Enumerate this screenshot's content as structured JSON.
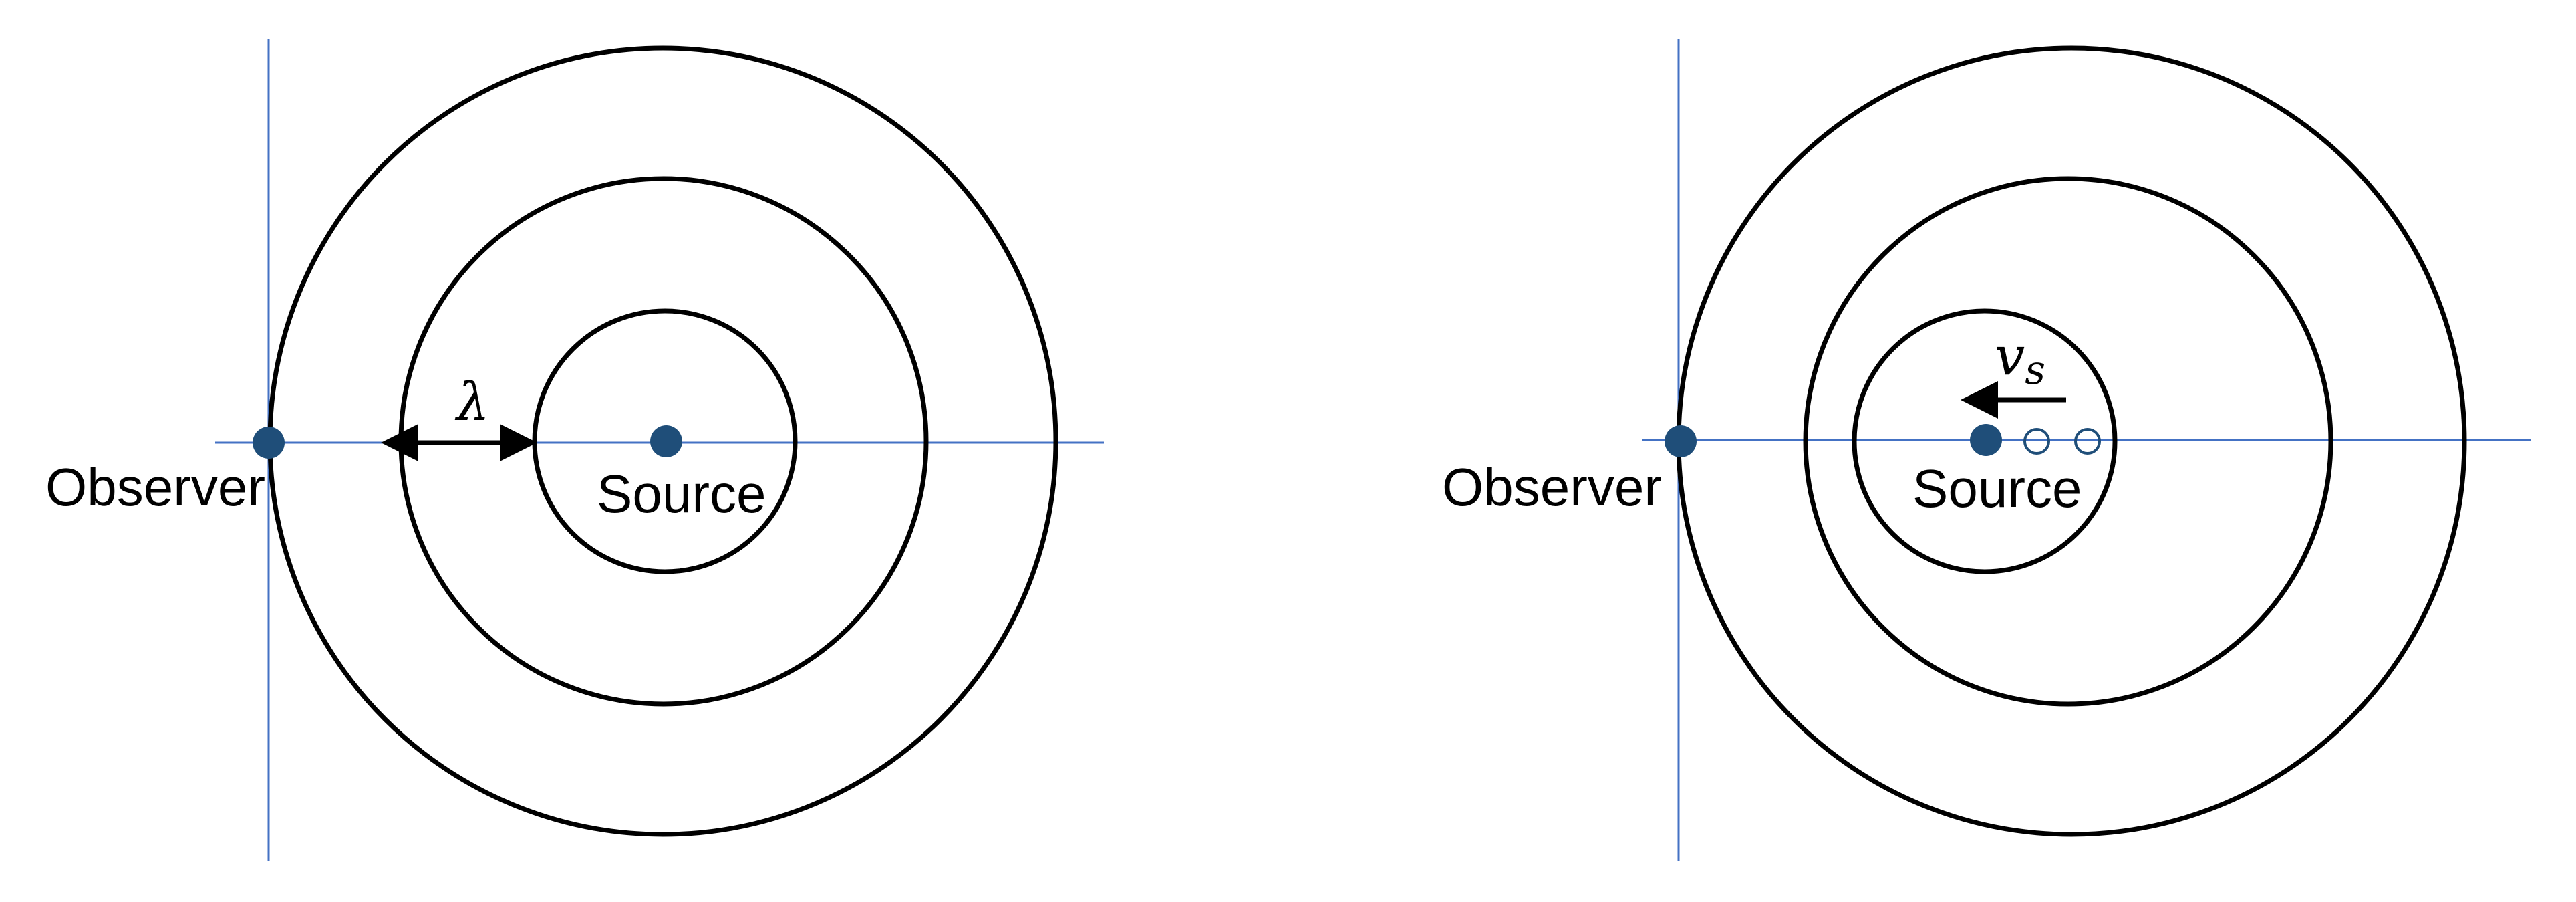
{
  "left_panel": {
    "observer_label": "Observer",
    "source_label": "Source",
    "wavelength_symbol": "λ"
  },
  "right_panel": {
    "observer_label": "Observer",
    "source_label": "Source",
    "velocity_symbol": "v",
    "velocity_subscript": "s"
  },
  "colors": {
    "wavefront": "#000000",
    "axis_line": "#4472c4",
    "marker": "#1f4e79"
  }
}
